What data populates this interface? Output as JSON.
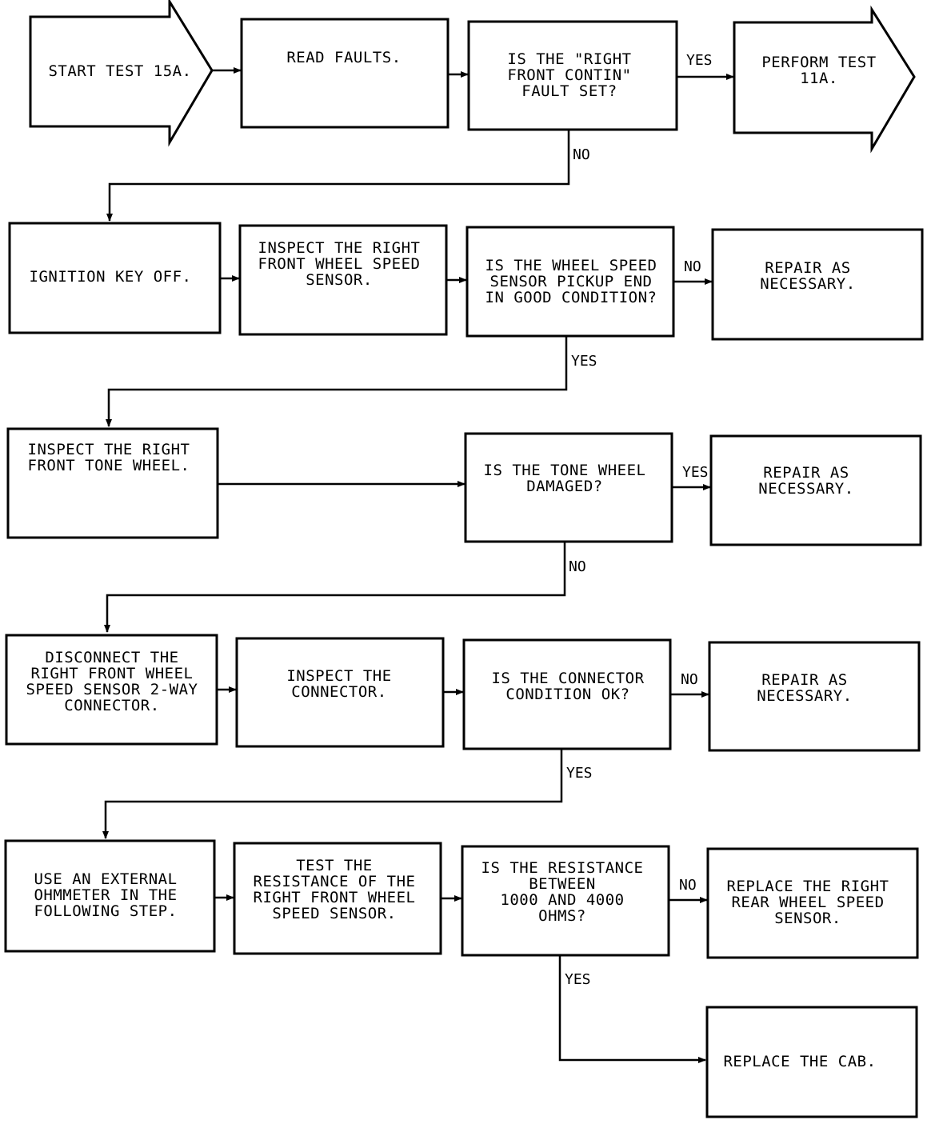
{
  "nodes": {
    "start": {
      "lines": [
        "START TEST 15A."
      ]
    },
    "read_faults": {
      "lines": [
        "READ FAULTS."
      ]
    },
    "q_contin": {
      "lines": [
        "IS THE \"RIGHT",
        "FRONT CONTIN\"",
        "FAULT SET?"
      ]
    },
    "perform_11a": {
      "lines": [
        "PERFORM TEST",
        "11A."
      ]
    },
    "ignition_off": {
      "lines": [
        "IGNITION KEY OFF."
      ]
    },
    "inspect_sensor": {
      "lines": [
        "INSPECT THE RIGHT",
        "FRONT WHEEL SPEED",
        "SENSOR."
      ]
    },
    "q_pickup": {
      "lines": [
        "IS THE WHEEL SPEED",
        "SENSOR PICKUP END",
        "IN GOOD CONDITION?"
      ]
    },
    "repair_1": {
      "lines": [
        "REPAIR AS",
        "NECESSARY."
      ]
    },
    "inspect_tone": {
      "lines": [
        "INSPECT THE RIGHT",
        "FRONT TONE WHEEL."
      ]
    },
    "q_tone": {
      "lines": [
        "IS THE TONE WHEEL",
        "DAMAGED?"
      ]
    },
    "repair_2": {
      "lines": [
        "REPAIR AS",
        "NECESSARY."
      ]
    },
    "disconnect": {
      "lines": [
        "DISCONNECT THE",
        "RIGHT FRONT WHEEL",
        "SPEED SENSOR 2-WAY",
        "CONNECTOR."
      ]
    },
    "inspect_connector": {
      "lines": [
        "INSPECT THE",
        "CONNECTOR."
      ]
    },
    "q_connector": {
      "lines": [
        "IS THE CONNECTOR",
        "CONDITION OK?"
      ]
    },
    "repair_3": {
      "lines": [
        "REPAIR AS",
        "NECESSARY."
      ]
    },
    "use_ohmmeter": {
      "lines": [
        "USE AN EXTERNAL",
        "OHMMETER IN THE",
        "FOLLOWING STEP."
      ]
    },
    "test_resistance": {
      "lines": [
        "TEST THE",
        "RESISTANCE OF THE",
        "RIGHT FRONT WHEEL",
        "SPEED SENSOR."
      ]
    },
    "q_resistance": {
      "lines": [
        "IS THE RESISTANCE",
        "BETWEEN",
        "1000 AND 4000",
        "OHMS?"
      ]
    },
    "replace_sensor": {
      "lines": [
        "REPLACE THE RIGHT",
        "REAR WHEEL SPEED",
        "SENSOR."
      ]
    },
    "replace_cab": {
      "lines": [
        "REPLACE THE CAB."
      ]
    }
  },
  "edge_labels": {
    "contin_yes": "YES",
    "contin_no": "NO",
    "pickup_no": "NO",
    "pickup_yes": "YES",
    "tone_yes": "YES",
    "tone_no": "NO",
    "connector_no": "NO",
    "connector_yes": "YES",
    "resistance_no": "NO",
    "resistance_yes": "YES"
  }
}
